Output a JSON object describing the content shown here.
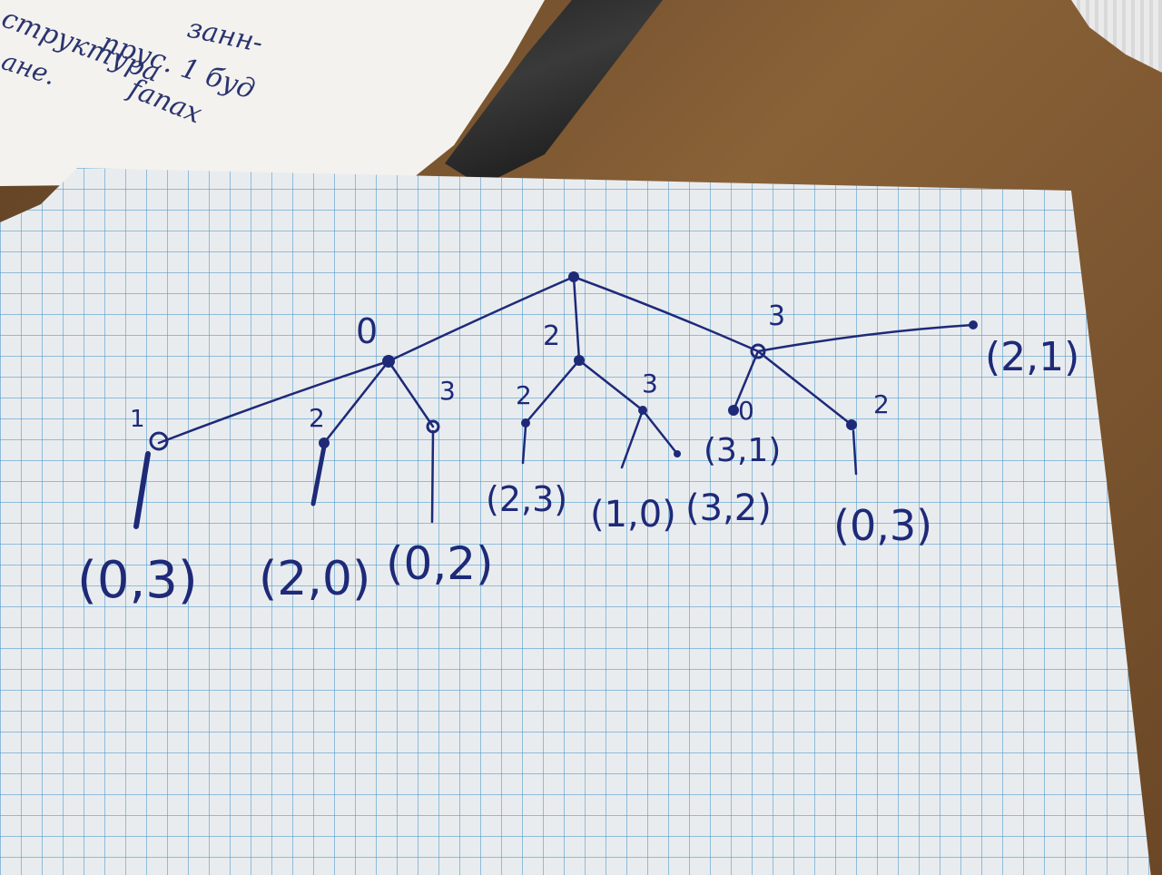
{
  "scribbles": [
    "занн-",
    "прус. 1 буд",
    "структура",
    "fanax",
    "ане."
  ],
  "tree": {
    "branch_labels": [
      "0",
      "2",
      "3",
      "1",
      "2",
      "3",
      "2",
      "3",
      "0",
      "2"
    ],
    "payoffs": [
      "(0,3)",
      "(2,0)",
      "(0,2)",
      "(2,3)",
      "(1,0)",
      "(3,2)",
      "(3,1)",
      "(0,3)",
      "(2,1)"
    ]
  },
  "colors": {
    "ink": "#1e2a78",
    "grid": "#4696c8",
    "paper": "#e9ecef"
  }
}
